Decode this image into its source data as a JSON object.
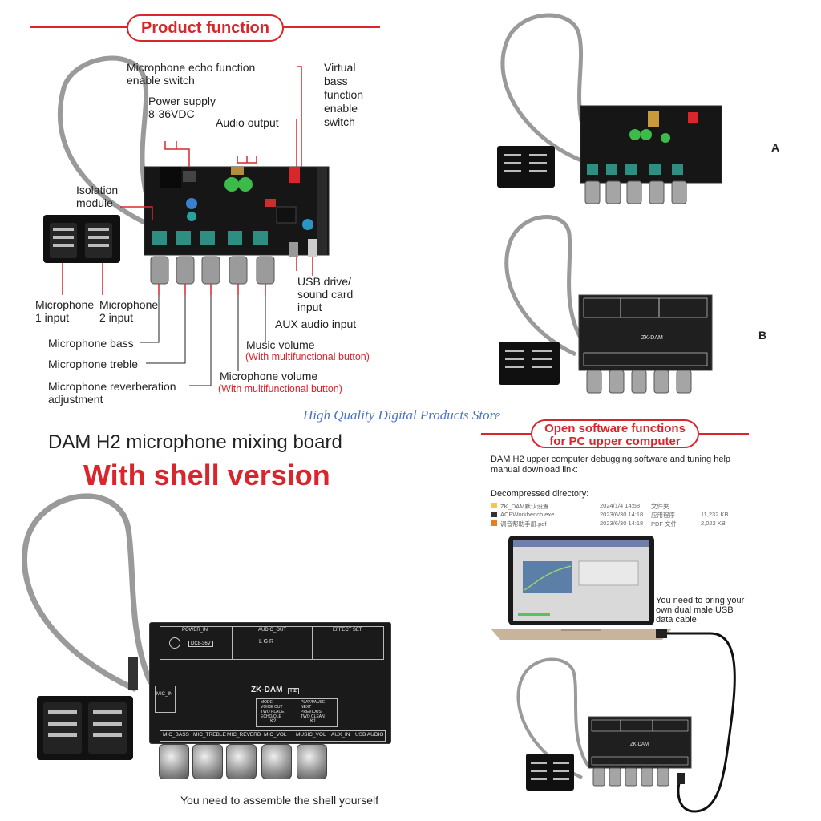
{
  "colors": {
    "accent": "#d8262c",
    "store": "#4a73c6"
  },
  "header": {
    "title": "Product function"
  },
  "labels": {
    "mic_echo": "Microphone echo function\nenable switch",
    "virtual_bass": "Virtual\nbass\nfunction\nenable\nswitch",
    "power": "Power supply\n8-36VDC",
    "audio_output": "Audio output",
    "isolation": "Isolation\nmodule",
    "mic1": "Microphone\n1 input",
    "mic2": "Microphone\n2 input",
    "usb_drive": "USB drive/\nsound card\ninput",
    "aux": "AUX audio input",
    "mic_bass": "Microphone bass",
    "music_volume": "Music volume",
    "music_volume_sub": "(With multifunctional button)",
    "mic_treble": "Microphone treble",
    "mic_volume": "Microphone volume",
    "mic_volume_sub": "(With multifunctional button)",
    "mic_reverb": "Microphone reverberation\nadjustment"
  },
  "variants": {
    "a": "A",
    "b": "B"
  },
  "store": "High Quality Digital Products Store",
  "main": {
    "title": "DAM H2 microphone mixing board",
    "subtitle": "With shell version",
    "caption": "You need to assemble the shell yourself"
  },
  "shell": {
    "brand": "ZK-DAM",
    "model": "H2",
    "power": "POWER_IN",
    "audio_out": "AUDIO_OUT",
    "effect": "EFFECT SET",
    "mic_in": "MIC_IN",
    "lgr": "L G R",
    "dc": "DC8-36V",
    "knobs": [
      "MIC_BASS",
      "MIC_TREBLE",
      "MIC_REVERB",
      "MIC_VOL",
      "MUSIC_VOL",
      "AUX_IN",
      "USB AUDIO"
    ],
    "k2": "K2",
    "k1": "K1",
    "modes_left": [
      "MODE",
      "VOICE OUT",
      "TWO PLACE",
      "ECHO/OLE"
    ],
    "modes_right": [
      "PLAY/PAUSE",
      "NEXT",
      "PREVIOUS",
      "TWO CLEAN"
    ]
  },
  "software": {
    "title": "Open software functions\nfor PC upper computer",
    "desc": "DAM H2 upper computer debugging software and tuning help\nmanual download link:",
    "dir_label": "Decompressed directory:",
    "files": [
      {
        "name": "ZK_DAM默认设置",
        "date": "2024/1/4 14:58",
        "type": "文件夹",
        "size": ""
      },
      {
        "name": "ACPWorkbench.exe",
        "date": "2023/6/30 14:18",
        "type": "应用程序",
        "size": "11,232 KB"
      },
      {
        "name": "调音帮助手册.pdf",
        "date": "2023/6/30 14:18",
        "type": "PDF 文件",
        "size": "2,022 KB"
      }
    ],
    "usb_note": "You need to bring your\nown dual male USB\ndata cable"
  }
}
